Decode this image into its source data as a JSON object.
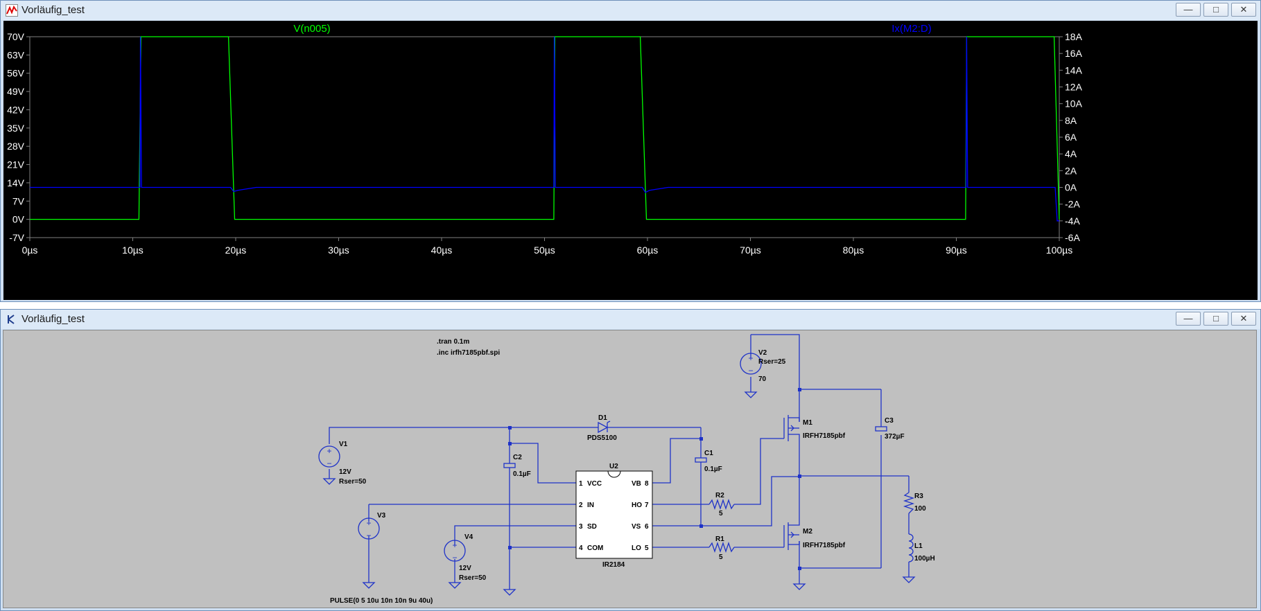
{
  "plot_window": {
    "title": "Vorläufig_test",
    "buttons": {
      "minimize": "—",
      "maximize": "□",
      "close": "✕"
    }
  },
  "schematic_window": {
    "title": "Vorläufig_test",
    "buttons": {
      "minimize": "—",
      "maximize": "□",
      "close": "✕"
    }
  },
  "chart_data": {
    "type": "line",
    "series": [
      {
        "name": "V(n005)",
        "axis": "left",
        "color": "#00ff00",
        "x": [
          0,
          10.6,
          10.8,
          19.3,
          19.9,
          50.9,
          51.0,
          59.3,
          59.9,
          90.9,
          91.0,
          99.5,
          100
        ],
        "y": [
          0,
          0,
          70,
          70,
          0,
          0,
          70,
          70,
          0,
          0,
          70,
          70,
          0
        ]
      },
      {
        "name": "Ix(M2:D)",
        "axis": "right",
        "color": "#0000ff",
        "x": [
          0,
          10.7,
          10.75,
          10.85,
          19.5,
          19.8,
          20.2,
          22,
          50.9,
          50.95,
          51.05,
          59.5,
          59.8,
          60.2,
          62,
          90.95,
          91.0,
          91.1,
          99.6,
          99.8,
          100
        ],
        "y": [
          0,
          0,
          18,
          0,
          0,
          -0.5,
          -0.35,
          0,
          0,
          18,
          0,
          0,
          -0.6,
          -0.35,
          0,
          0,
          18,
          0,
          0,
          -4,
          -4
        ]
      }
    ],
    "left_axis": {
      "ticks": [
        "70V",
        "63V",
        "56V",
        "49V",
        "42V",
        "35V",
        "28V",
        "21V",
        "14V",
        "7V",
        "0V",
        "-7V"
      ],
      "range": [
        -7,
        70
      ]
    },
    "right_axis": {
      "ticks": [
        "18A",
        "16A",
        "14A",
        "12A",
        "10A",
        "8A",
        "6A",
        "4A",
        "2A",
        "0A",
        "-2A",
        "-4A",
        "-6A"
      ],
      "range": [
        -6,
        18
      ]
    },
    "x_axis": {
      "ticks": [
        "0µs",
        "10µs",
        "20µs",
        "30µs",
        "40µs",
        "50µs",
        "60µs",
        "70µs",
        "80µs",
        "90µs",
        "100µs"
      ],
      "range": [
        0,
        100
      ]
    }
  },
  "schematic": {
    "directives": [
      ".tran 0.1m",
      ".inc irfh7185pbf.spi"
    ],
    "V1": {
      "name": "V1",
      "value": "12V",
      "param": "Rser=50"
    },
    "V2": {
      "name": "V2",
      "param": "Rser=25",
      "value": "70"
    },
    "V3": {
      "name": "V3",
      "value": "PULSE(0 5 10u 10n 10n 9u 40u)"
    },
    "V4": {
      "name": "V4",
      "value": "12V",
      "param": "Rser=50"
    },
    "D1": {
      "name": "D1",
      "value": "PDS5100"
    },
    "C1": {
      "name": "C1",
      "value": "0.1µF"
    },
    "C2": {
      "name": "C2",
      "value": "0.1µF"
    },
    "C3": {
      "name": "C3",
      "value": "372µF"
    },
    "R1": {
      "name": "R1",
      "value": "5"
    },
    "R2": {
      "name": "R2",
      "value": "5"
    },
    "R3": {
      "name": "R3",
      "value": "100"
    },
    "L1": {
      "name": "L1",
      "value": "100µH"
    },
    "M1": {
      "name": "M1",
      "value": "IRFH7185pbf"
    },
    "M2": {
      "name": "M2",
      "value": "IRFH7185pbf"
    },
    "U2": {
      "name": "U2",
      "value": "IR2184",
      "pins_left": [
        "1",
        "VCC",
        "2",
        "IN",
        "3",
        "SD",
        "4",
        "COM"
      ],
      "pins_right": [
        "VB",
        "8",
        "HO",
        "7",
        "VS",
        "6",
        "LO",
        "5"
      ]
    }
  }
}
